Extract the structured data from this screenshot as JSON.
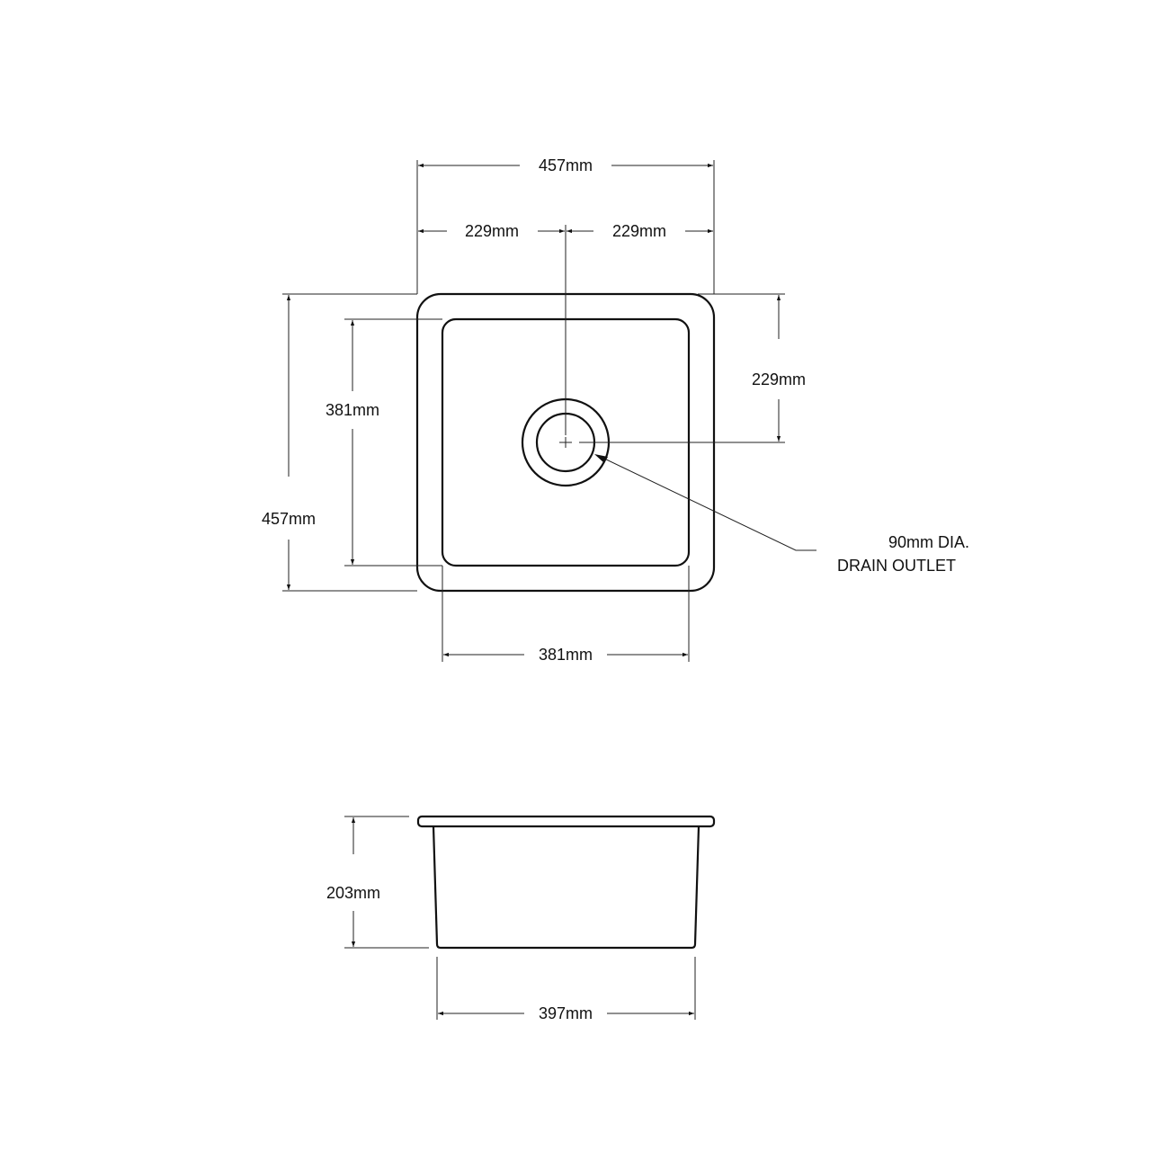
{
  "plan_view": {
    "overall_width": "457mm",
    "left_to_center": "229mm",
    "center_to_right": "229mm",
    "overall_depth": "457mm",
    "bowl_depth": "381mm",
    "back_to_center": "229mm",
    "bowl_width": "381mm",
    "drain_label_line1": "90mm  DIA.",
    "drain_label_line2": "DRAIN OUTLET"
  },
  "side_view": {
    "height": "203mm",
    "base_width": "397mm"
  },
  "colors": {
    "line": "#111111",
    "background": "#ffffff"
  }
}
